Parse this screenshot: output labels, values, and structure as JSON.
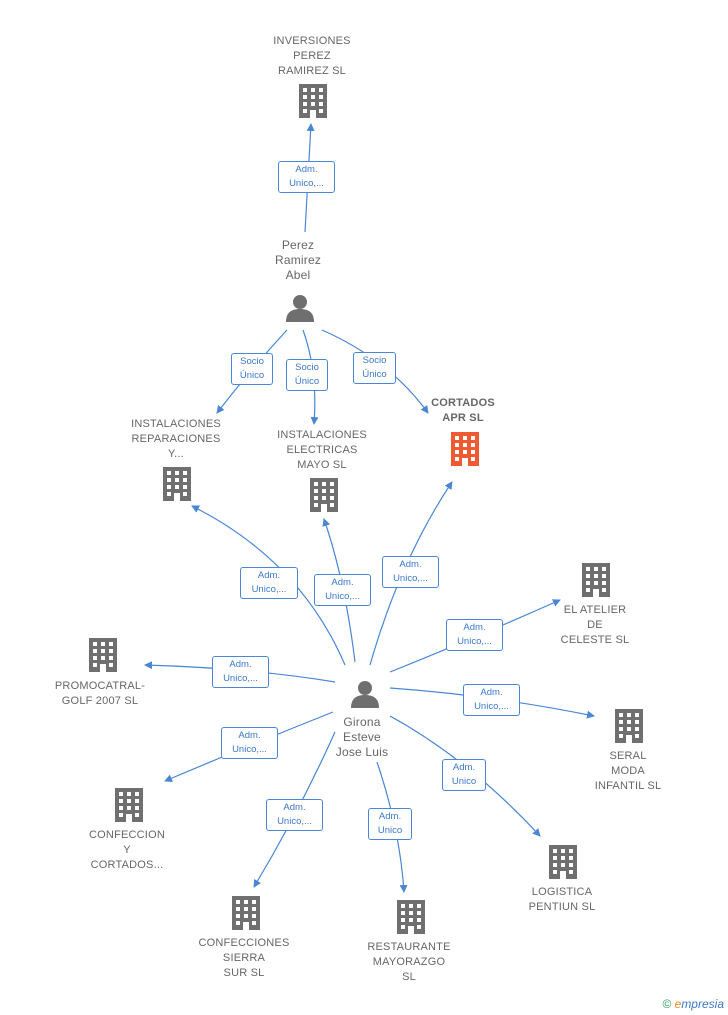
{
  "colors": {
    "edge": "#4a86d4",
    "node_gray": "#6f6f6f",
    "node_focus": "#f05a33"
  },
  "nodes": {
    "inversiones": "INVERSIONES\nPEREZ\nRAMIREZ SL",
    "perez": "Perez\nRamirez\nAbel",
    "instalaciones_rep": "INSTALACIONES\nREPARACIONES\nY...",
    "instalaciones_elec": "INSTALACIONES\nELECTRICAS\nMAYO SL",
    "cortados": "CORTADOS\nAPR SL",
    "atelier": "EL ATELIER\nDE\nCELESTE SL",
    "promocatral": "PROMOCATRAL-\nGOLF 2007 SL",
    "girona": "Girona\nEsteve\nJose Luis",
    "seral": "SERAL\nMODA\nINFANTIL SL",
    "confeccion_y": "CONFECCION\nY\nCORTADOS...",
    "logistica": "LOGISTICA\nPENTIUN SL",
    "confecciones_sierra": "CONFECCIONES\nSIERRA\nSUR SL",
    "restaurante": "RESTAURANTE\nMAYORAZGO\nSL"
  },
  "edges": {
    "e1": "Adm.\nUnico,...",
    "e2": "Socio\nÚnico",
    "e3": "Socio\nÚnico",
    "e4": "Socio\nÚnico",
    "e5": "Adm.\nUnico,...",
    "e6": "Adm.\nUnico,...",
    "e7": "Adm.\nUnico,...",
    "e8": "Adm.\nUnico,...",
    "e9": "Adm.\nUnico,...",
    "e10": "Adm.\nUnico,...",
    "e11": "Adm.\nUnico,...",
    "e12": "Adm.\nUnico",
    "e13": "Adm.\nUnico,...",
    "e14": "Adm.\nUnico"
  },
  "watermark": {
    "symbol": "©",
    "brand_initial": "e",
    "brand_rest": "mpresia"
  }
}
